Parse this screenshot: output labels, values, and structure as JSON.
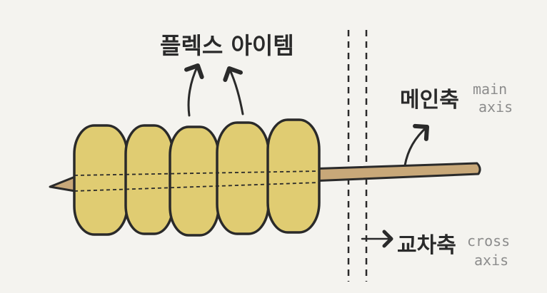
{
  "labels": {
    "flex_items": "플렉스 아이템",
    "main_axis_ko": "메인축",
    "main_axis_en_1": "main",
    "main_axis_en_2": "axis",
    "cross_axis_ko": "교차축",
    "cross_axis_en_1": "cross",
    "cross_axis_en_2": "axis"
  },
  "colors": {
    "background": "#f4f3ef",
    "item_fill": "#e0cc72",
    "stick": "#c8a879",
    "outline": "#2a2a2a",
    "english_label": "#8c8c8c"
  }
}
